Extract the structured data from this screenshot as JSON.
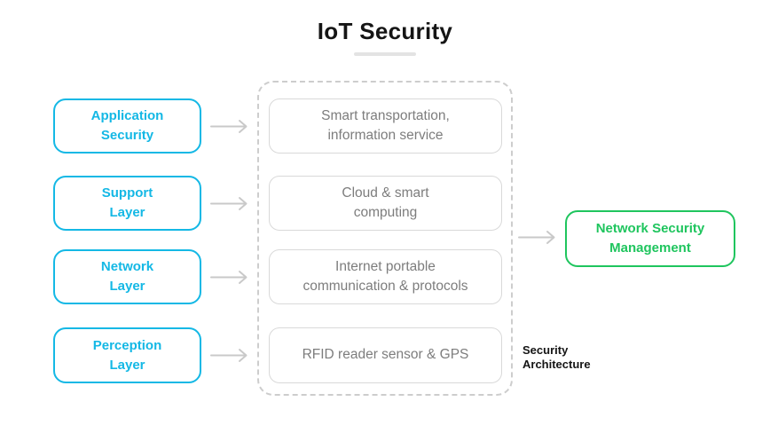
{
  "title": "IoT Security",
  "colors": {
    "cyan": "#14b8e5",
    "green": "#1fc55e",
    "gray_border": "#d9d9d9",
    "gray_text": "#7d7d7d",
    "arrow": "#c9c9c9",
    "dashed_border": "#cdcdcd",
    "title_underline": "#e3e3e3",
    "text_dark": "#151515"
  },
  "left_nodes": [
    {
      "label": "Application\nSecurity"
    },
    {
      "label": "Support\nLayer"
    },
    {
      "label": "Network\nLayer"
    },
    {
      "label": "Perception\nLayer"
    }
  ],
  "middle_nodes": [
    {
      "label": "Smart transportation,\ninformation service"
    },
    {
      "label": "Cloud & smart\ncomputing"
    },
    {
      "label": "Internet portable\ncommunication & protocols"
    },
    {
      "label": "RFID reader sensor & GPS"
    }
  ],
  "right_node": {
    "label": "Network Security\nManagement"
  },
  "container_label": "Security\nArchitecture"
}
